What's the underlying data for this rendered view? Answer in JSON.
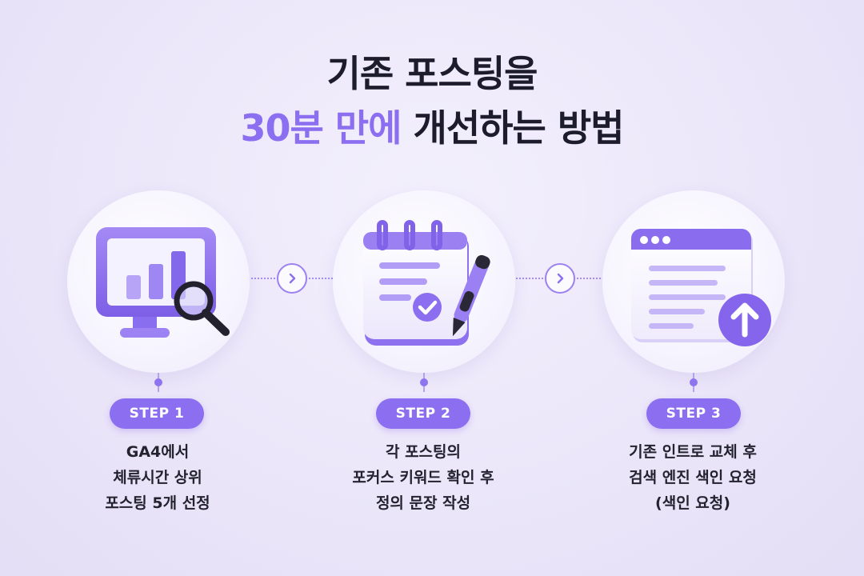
{
  "title": {
    "line1": "기존 포스팅을",
    "line2_accent": "30분 만에",
    "line2_rest": "개선하는 방법"
  },
  "steps": [
    {
      "badge": "STEP 1",
      "icon": "monitor-chart-magnifier-icon",
      "lines": [
        "GA4에서",
        "체류시간 상위",
        "포스팅 5개 선정"
      ]
    },
    {
      "badge": "STEP 2",
      "icon": "notepad-checkmark-pen-icon",
      "lines": [
        "각 포스팅의",
        "포커스 키워드 확인 후",
        "정의 문장 작성"
      ]
    },
    {
      "badge": "STEP 3",
      "icon": "browser-upload-icon",
      "lines": [
        "기존 인트로 교체 후",
        "검색 엔진 색인 요청",
        "(색인 요청)"
      ]
    }
  ],
  "colors": {
    "accent": "#8c6ef0",
    "background": "#ece8fa",
    "text": "#1d1c2c"
  }
}
